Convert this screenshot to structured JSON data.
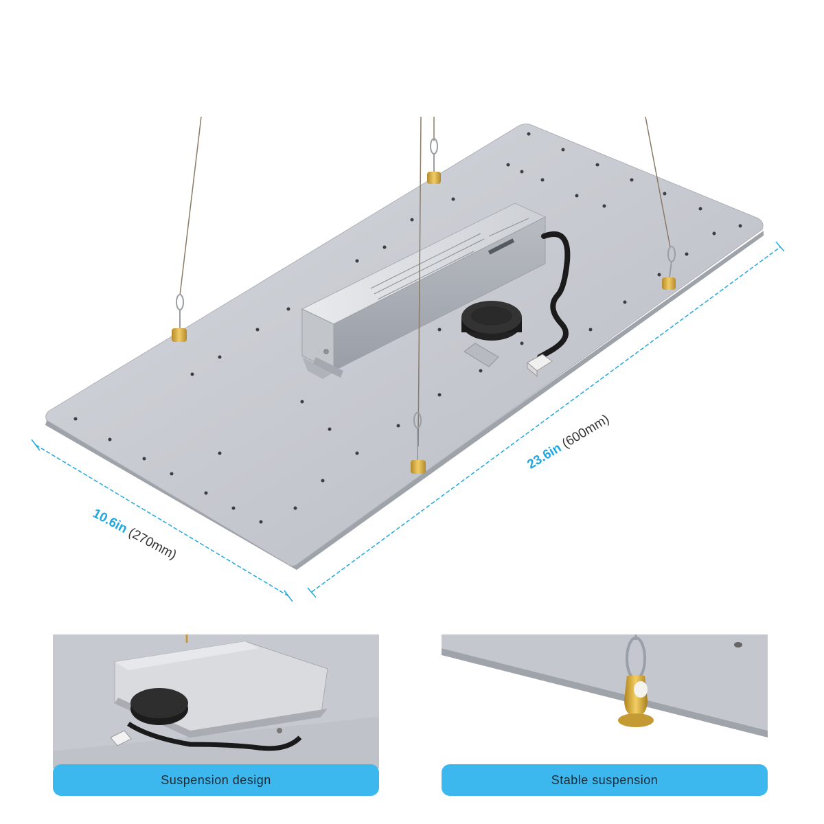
{
  "dimensions": {
    "length": {
      "value": "23.6in",
      "metric": "(600mm)"
    },
    "width": {
      "value": "10.6in",
      "metric": "(270mm)"
    }
  },
  "captions": {
    "left": "Suspension design",
    "right": "Stable suspension"
  },
  "colors": {
    "accent": "#3db8ef",
    "dimension_text": "#1fa8e0",
    "panel": "#c9ccd3",
    "brass": "#d9a93a"
  }
}
